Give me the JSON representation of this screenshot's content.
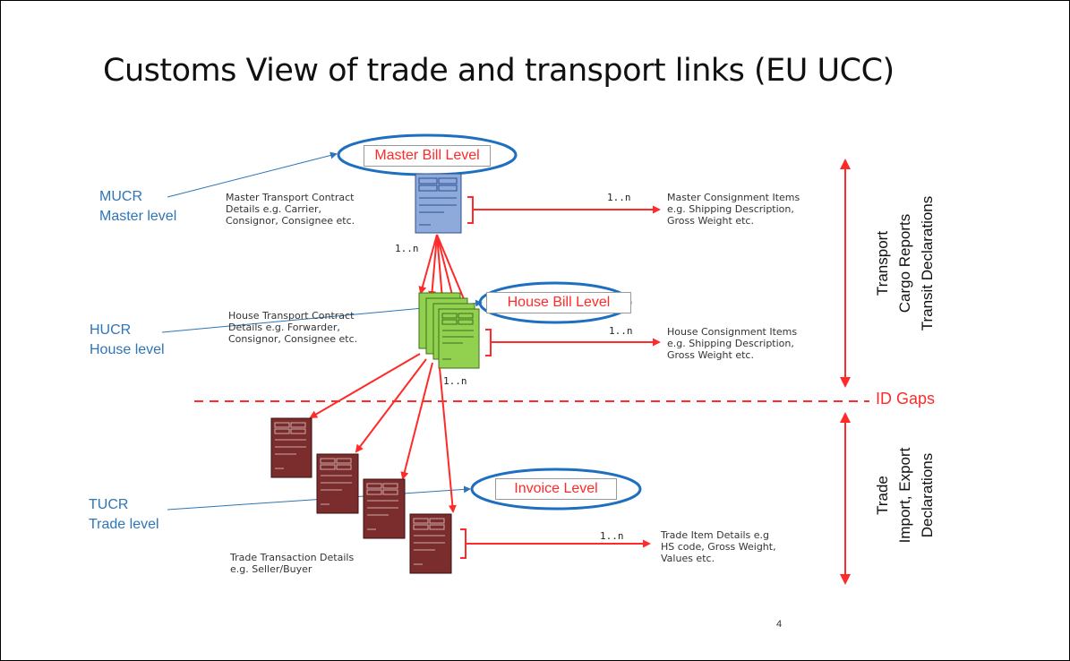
{
  "title": "Customs View of trade and transport links (EU UCC)",
  "levels": {
    "mucr": [
      "MUCR",
      "Master level"
    ],
    "hucr": [
      "HUCR",
      "House level"
    ],
    "tucr": [
      "TUCR",
      "Trade level"
    ]
  },
  "badges": {
    "master": "Master Bill Level",
    "house": "House Bill Level",
    "invoice": "Invoice Level"
  },
  "descriptions": {
    "master_contract": [
      "Master Transport Contract",
      "Details e.g. Carrier,",
      "Consignor, Consignee etc."
    ],
    "master_items": [
      "Master Consignment Items",
      "e.g. Shipping Description,",
      "Gross Weight etc."
    ],
    "house_contract": [
      "House Transport Contract",
      "Details e.g. Forwarder,",
      "Consignor, Consignee etc."
    ],
    "house_items": [
      "House Consignment Items",
      "e.g. Shipping Description,",
      "Gross Weight etc."
    ],
    "trade_transaction": [
      "Trade Transaction Details",
      "e.g. Seller/Buyer"
    ],
    "trade_items": [
      "Trade Item Details e.g",
      "HS code, Gross Weight,",
      "Values etc."
    ]
  },
  "cardinalities": {
    "master_items": "1..n",
    "master_to_house": "1..n",
    "house_items": "1..n",
    "house_to_trade": "1..n",
    "trade_items": "1..n"
  },
  "id_gaps": "ID Gaps",
  "side_labels": {
    "transport": [
      "Transport",
      "Cargo Reports",
      "Transit Declarations"
    ],
    "trade": [
      "Trade",
      "Import, Export",
      "Declarations"
    ]
  },
  "page_number": "4",
  "colors": {
    "red": "#ff2a2a",
    "blue_text": "#2e75b6",
    "oval_stroke": "#1f6fc0",
    "master_doc": "#8eaadb",
    "house_doc": "#92d050",
    "trade_doc": "#7b2c2c"
  },
  "icons": {
    "master_doc": "document-icon",
    "house_docs": "stacked-documents-icon",
    "trade_docs": "document-icon"
  }
}
